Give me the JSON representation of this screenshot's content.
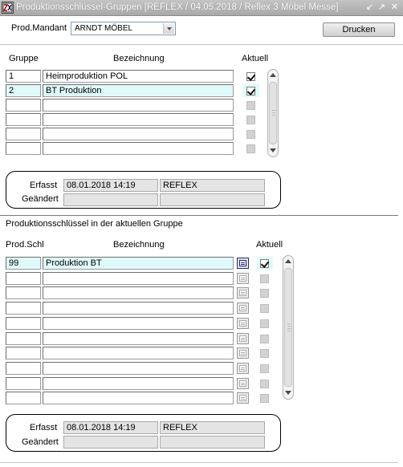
{
  "window": {
    "title": "Produktionsschlüssel-Gruppen  [REFLEX / 04.05.2018 / Reflex 3 Möbel Messe]",
    "controls": [
      "restore-icon",
      "maximize-icon",
      "close-icon"
    ]
  },
  "header": {
    "mandant_label": "Prod.Mandant",
    "mandant_value": "ARNDT MÖBEL",
    "print_label": "Drucken"
  },
  "groups": {
    "col_gruppe": "Gruppe",
    "col_bezeichnung": "Bezeichnung",
    "col_aktuell": "Aktuell",
    "rows": [
      {
        "gruppe": "1",
        "bezeichnung": "Heimproduktion POL",
        "aktuell": true
      },
      {
        "gruppe": "2",
        "bezeichnung": "BT Produktion",
        "aktuell": true
      },
      {
        "gruppe": "",
        "bezeichnung": "",
        "aktuell": false
      },
      {
        "gruppe": "",
        "bezeichnung": "",
        "aktuell": false
      },
      {
        "gruppe": "",
        "bezeichnung": "",
        "aktuell": false
      },
      {
        "gruppe": "",
        "bezeichnung": "",
        "aktuell": false
      }
    ],
    "selected_row": 1,
    "audit": {
      "erfasst_label": "Erfasst",
      "geaendert_label": "Geändert",
      "erfasst_date": "08.01.2018 14:19",
      "erfasst_user": "REFLEX",
      "geaendert_date": "",
      "geaendert_user": ""
    }
  },
  "keys": {
    "section_title": "Produktionsschlüssel in der aktuellen Gruppe",
    "col_prodschl": "Prod.Schl",
    "col_bezeichnung": "Bezeichnung",
    "col_aktuell": "Aktuell",
    "rows": [
      {
        "prodschl": "99",
        "bezeichnung": "Produktion BT",
        "aktuell": true
      },
      {
        "prodschl": "",
        "bezeichnung": "",
        "aktuell": false
      },
      {
        "prodschl": "",
        "bezeichnung": "",
        "aktuell": false
      },
      {
        "prodschl": "",
        "bezeichnung": "",
        "aktuell": false
      },
      {
        "prodschl": "",
        "bezeichnung": "",
        "aktuell": false
      },
      {
        "prodschl": "",
        "bezeichnung": "",
        "aktuell": false
      },
      {
        "prodschl": "",
        "bezeichnung": "",
        "aktuell": false
      },
      {
        "prodschl": "",
        "bezeichnung": "",
        "aktuell": false
      },
      {
        "prodschl": "",
        "bezeichnung": "",
        "aktuell": false
      },
      {
        "prodschl": "",
        "bezeichnung": "",
        "aktuell": false
      }
    ],
    "selected_row": 0,
    "audit": {
      "erfasst_label": "Erfasst",
      "geaendert_label": "Geändert",
      "erfasst_date": "08.01.2018 14:19",
      "erfasst_user": "REFLEX",
      "geaendert_date": "",
      "geaendert_user": ""
    }
  }
}
